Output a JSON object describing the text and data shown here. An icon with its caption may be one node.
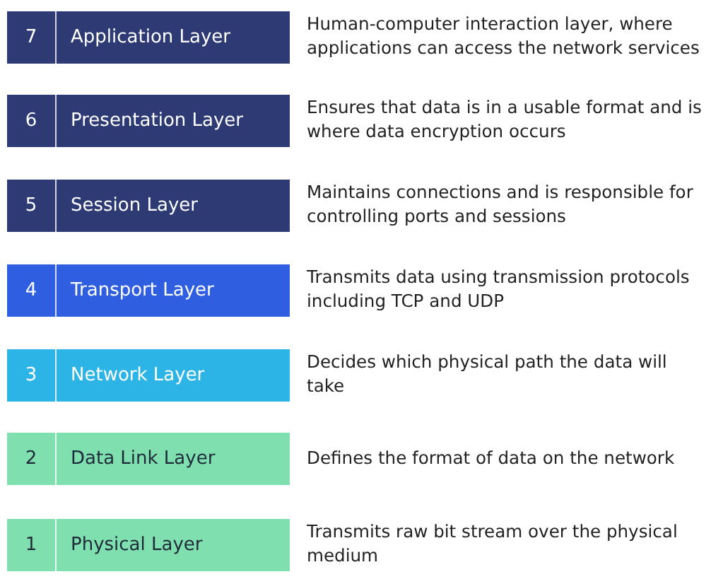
{
  "diagram": {
    "nodes": [
      {
        "text": [
          "7",
          "Application Layer"
        ],
        "beside": [
          "Human-computer interaction layer, where applications can access the network services"
        ]
      },
      {
        "text": [
          "6",
          "Presentation Layer"
        ],
        "beside": [
          "Ensures that data is in a usable format and is where data encryption occurs"
        ]
      },
      {
        "text": [
          "5",
          "Session Layer"
        ],
        "beside": [
          "Maintains connections and is responsible for controlling ports and sessions"
        ]
      },
      {
        "text": [
          "4",
          "Transport Layer"
        ],
        "beside": [
          "Transmits data using transmission protocols including TCP and UDP"
        ]
      },
      {
        "text": [
          "3",
          "Network Layer"
        ],
        "beside": [
          "Decides which physical path the data will take"
        ]
      },
      {
        "text": [
          "2",
          "Data Link Layer"
        ],
        "beside": [
          "Defines the format of data on the network"
        ]
      },
      {
        "text": [
          "1",
          "Physical Layer"
        ],
        "beside": [
          "Transmits raw bit stream over the physical medium"
        ]
      }
    ]
  }
}
